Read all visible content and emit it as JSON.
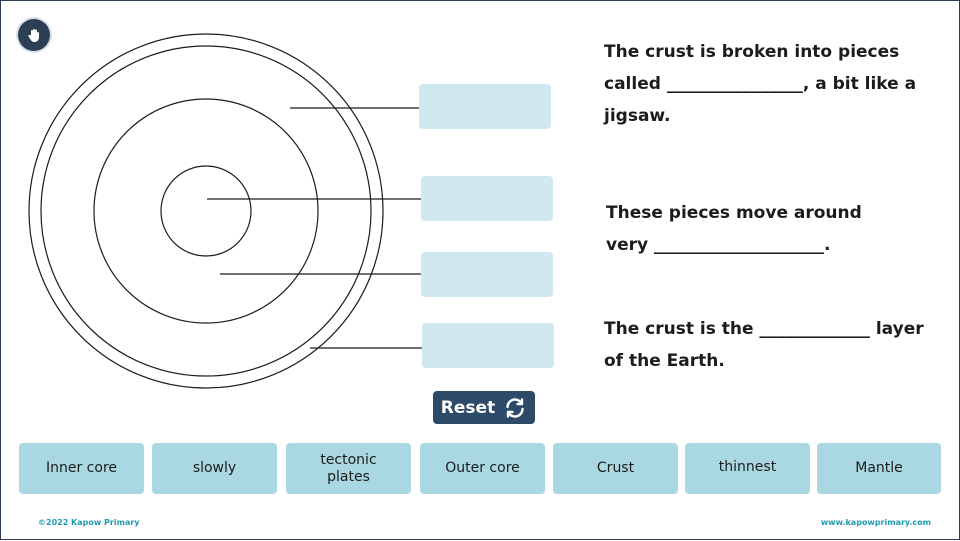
{
  "sentences": [
    "The crust is broken into pieces called ________________, a bit like a jigsaw.",
    "These pieces move around very ____________________.",
    "The crust is the _____________ layer of the Earth."
  ],
  "reset_label": "Reset",
  "tiles": [
    "Inner core",
    "slowly",
    "tectonic plates",
    "Outer core",
    "Crust",
    "thinnest",
    "Mantle"
  ],
  "footer": {
    "left": "©2022 Kapow Primary",
    "right": "www.kapowprimary.com"
  },
  "icons": {
    "hand": "hand-icon",
    "reset": "refresh-icon"
  },
  "colors": {
    "drop_zone": "#d0e8ef",
    "tile": "#a9d8e2",
    "button": "#2d4a68",
    "footer_text": "#1d9bb0"
  }
}
